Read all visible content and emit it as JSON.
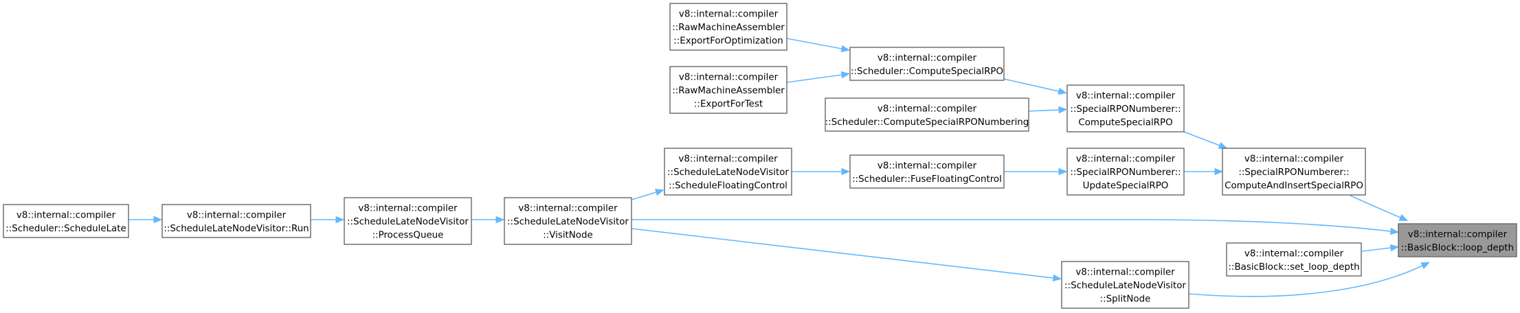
{
  "graph": {
    "nodes": [
      {
        "id": "loop_depth",
        "lines": [
          "v8::internal::compiler",
          "::BasicBlock::loop_depth"
        ],
        "highlight": true
      },
      {
        "id": "compute_insert_rpo",
        "lines": [
          "v8::internal::compiler",
          "::SpecialRPONumberer::",
          "ComputeAndInsertSpecialRPO"
        ]
      },
      {
        "id": "set_loop_depth",
        "lines": [
          "v8::internal::compiler",
          "::BasicBlock::set_loop_depth"
        ]
      },
      {
        "id": "split_node",
        "lines": [
          "v8::internal::compiler",
          "::ScheduleLateNodeVisitor",
          "::SplitNode"
        ]
      },
      {
        "id": "numberer_compute_rpo",
        "lines": [
          "v8::internal::compiler",
          "::SpecialRPONumberer::",
          "ComputeSpecialRPO"
        ]
      },
      {
        "id": "update_rpo",
        "lines": [
          "v8::internal::compiler",
          "::SpecialRPONumberer::",
          "UpdateSpecialRPO"
        ]
      },
      {
        "id": "scheduler_compute_rpo",
        "lines": [
          "v8::internal::compiler",
          "::Scheduler::ComputeSpecialRPO"
        ]
      },
      {
        "id": "compute_rpo_numbering",
        "lines": [
          "v8::internal::compiler",
          "::Scheduler::ComputeSpecialRPONumbering"
        ]
      },
      {
        "id": "export_for_opt",
        "lines": [
          "v8::internal::compiler",
          "::RawMachineAssembler",
          "::ExportForOptimization"
        ]
      },
      {
        "id": "export_for_test",
        "lines": [
          "v8::internal::compiler",
          "::RawMachineAssembler",
          "::ExportForTest"
        ]
      },
      {
        "id": "fuse_floating",
        "lines": [
          "v8::internal::compiler",
          "::Scheduler::FuseFloatingControl"
        ]
      },
      {
        "id": "schedule_floating",
        "lines": [
          "v8::internal::compiler",
          "::ScheduleLateNodeVisitor",
          "::ScheduleFloatingControl"
        ]
      },
      {
        "id": "visit_node",
        "lines": [
          "v8::internal::compiler",
          "::ScheduleLateNodeVisitor",
          "::VisitNode"
        ]
      },
      {
        "id": "process_queue",
        "lines": [
          "v8::internal::compiler",
          "::ScheduleLateNodeVisitor",
          "::ProcessQueue"
        ]
      },
      {
        "id": "visitor_run",
        "lines": [
          "v8::internal::compiler",
          "::ScheduleLateNodeVisitor::Run"
        ]
      },
      {
        "id": "schedule_late",
        "lines": [
          "v8::internal::compiler",
          "::Scheduler::ScheduleLate"
        ]
      }
    ],
    "edges": [
      {
        "from": "compute_insert_rpo",
        "to": "loop_depth"
      },
      {
        "from": "set_loop_depth",
        "to": "loop_depth"
      },
      {
        "from": "split_node",
        "to": "loop_depth"
      },
      {
        "from": "visit_node",
        "to": "loop_depth"
      },
      {
        "from": "numberer_compute_rpo",
        "to": "compute_insert_rpo"
      },
      {
        "from": "update_rpo",
        "to": "compute_insert_rpo"
      },
      {
        "from": "scheduler_compute_rpo",
        "to": "numberer_compute_rpo"
      },
      {
        "from": "compute_rpo_numbering",
        "to": "numberer_compute_rpo"
      },
      {
        "from": "export_for_opt",
        "to": "scheduler_compute_rpo"
      },
      {
        "from": "export_for_test",
        "to": "scheduler_compute_rpo"
      },
      {
        "from": "fuse_floating",
        "to": "update_rpo"
      },
      {
        "from": "schedule_floating",
        "to": "fuse_floating"
      },
      {
        "from": "visit_node",
        "to": "schedule_floating"
      },
      {
        "from": "visit_node",
        "to": "split_node"
      },
      {
        "from": "process_queue",
        "to": "visit_node"
      },
      {
        "from": "visitor_run",
        "to": "process_queue"
      },
      {
        "from": "schedule_late",
        "to": "visitor_run"
      }
    ]
  },
  "colors": {
    "edge": "#63b8ff",
    "node_border": "#666666",
    "node_fill": "#ffffff",
    "highlight_fill": "#999999"
  }
}
